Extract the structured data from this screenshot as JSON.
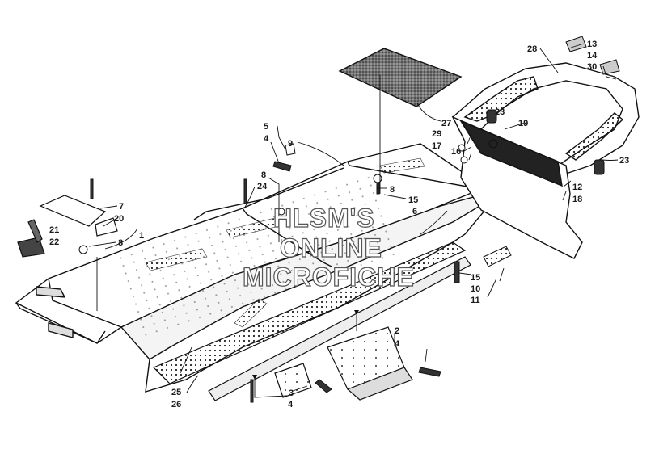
{
  "watermark": {
    "line1": "HLSM'S",
    "line2": "ONLINE",
    "line3": "MICROFICHE"
  },
  "callouts": [
    {
      "id": "c1",
      "text": "1"
    },
    {
      "id": "c2",
      "text": "2"
    },
    {
      "id": "c3",
      "text": "3"
    },
    {
      "id": "c4a",
      "text": "4"
    },
    {
      "id": "c4b",
      "text": "4"
    },
    {
      "id": "c4c",
      "text": "4"
    },
    {
      "id": "c5",
      "text": "5"
    },
    {
      "id": "c6",
      "text": "6"
    },
    {
      "id": "c7",
      "text": "7"
    },
    {
      "id": "c8a",
      "text": "8"
    },
    {
      "id": "c8b",
      "text": "8"
    },
    {
      "id": "c8c",
      "text": "8"
    },
    {
      "id": "c9",
      "text": "9"
    },
    {
      "id": "c10",
      "text": "10"
    },
    {
      "id": "c11",
      "text": "11"
    },
    {
      "id": "c12",
      "text": "12"
    },
    {
      "id": "c13",
      "text": "13"
    },
    {
      "id": "c14",
      "text": "14"
    },
    {
      "id": "c15a",
      "text": "15"
    },
    {
      "id": "c15b",
      "text": "15"
    },
    {
      "id": "c16",
      "text": "16"
    },
    {
      "id": "c17",
      "text": "17"
    },
    {
      "id": "c18",
      "text": "18"
    },
    {
      "id": "c19",
      "text": "19"
    },
    {
      "id": "c20",
      "text": "20"
    },
    {
      "id": "c21",
      "text": "21"
    },
    {
      "id": "c22",
      "text": "22"
    },
    {
      "id": "c23a",
      "text": "23"
    },
    {
      "id": "c23b",
      "text": "23"
    },
    {
      "id": "c24",
      "text": "24"
    },
    {
      "id": "c25",
      "text": "25"
    },
    {
      "id": "c26",
      "text": "26"
    },
    {
      "id": "c27",
      "text": "27"
    },
    {
      "id": "c28",
      "text": "28"
    },
    {
      "id": "c29",
      "text": "29"
    },
    {
      "id": "c30",
      "text": "30"
    }
  ]
}
